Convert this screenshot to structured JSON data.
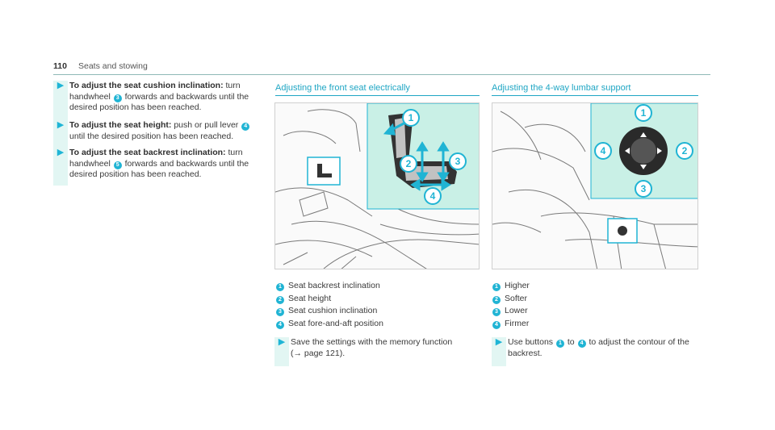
{
  "header": {
    "page_number": "110",
    "section": "Seats and stowing"
  },
  "left_steps": [
    {
      "bold": "To adjust the seat cushion inclination:",
      "before": "turn handwheel",
      "marker": "3",
      "after": "forwards and backwards until the desired position has been reached."
    },
    {
      "bold": "To adjust the seat height:",
      "before": "push or pull lever",
      "marker": "4",
      "after": "until the desired position has been reached."
    },
    {
      "bold": "To adjust the seat backrest inclination:",
      "before": "turn handwheel",
      "marker": "5",
      "after": "forwards and backwards until the desired position has been reached."
    }
  ],
  "middle": {
    "title": "Adjusting the front seat electrically",
    "legend": [
      {
        "num": "1",
        "label": "Seat backrest inclination"
      },
      {
        "num": "2",
        "label": "Seat height"
      },
      {
        "num": "3",
        "label": "Seat cushion inclination"
      },
      {
        "num": "4",
        "label": "Seat fore-and-aft position"
      }
    ],
    "step": {
      "text": "Save the settings with the memory function",
      "ref": "(→ page 121)."
    },
    "figure_markers": [
      "1",
      "2",
      "3",
      "4"
    ]
  },
  "right": {
    "title": "Adjusting the 4-way lumbar support",
    "legend": [
      {
        "num": "1",
        "label": "Higher"
      },
      {
        "num": "2",
        "label": "Softer"
      },
      {
        "num": "3",
        "label": "Lower"
      },
      {
        "num": "4",
        "label": "Firmer"
      }
    ],
    "step": {
      "before": "Use buttons",
      "from": "1",
      "to_word": "to",
      "to": "4",
      "after": "to adjust the contour of the backrest."
    },
    "figure_markers": [
      "1",
      "2",
      "3",
      "4"
    ]
  },
  "colors": {
    "accent": "#1fa6c4",
    "marker": "#20b4d4",
    "highlight_panel": "#c9f0e6",
    "bar": "#e2f6f3"
  },
  "icons": {
    "step_arrow": "play-arrow-icon"
  }
}
